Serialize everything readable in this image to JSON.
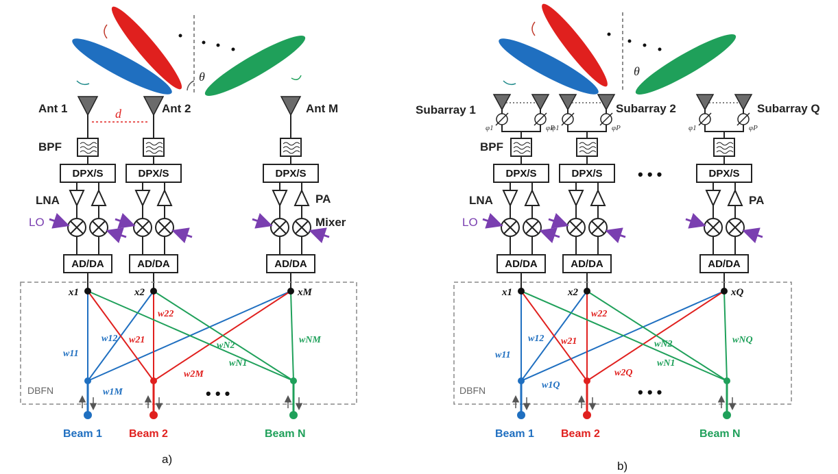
{
  "panel_a": {
    "caption": "a)",
    "theta": "θ",
    "spacing": "d",
    "antennas": [
      "Ant 1",
      "Ant 2",
      "Ant M"
    ],
    "bpf": "BPF",
    "dpx": "DPX/S",
    "lna": "LNA",
    "pa": "PA",
    "lo": "LO",
    "mixer": "Mixer",
    "adda": "AD/DA",
    "nodes": [
      "x1",
      "x2",
      "xM"
    ],
    "weights": [
      "w11",
      "w12",
      "w21",
      "w22",
      "w1M",
      "w2M",
      "wN1",
      "wN2",
      "wNM"
    ],
    "dbfn": "DBFN",
    "beams": [
      "Beam 1",
      "Beam 2",
      "Beam N"
    ]
  },
  "panel_b": {
    "caption": "b)",
    "theta": "θ",
    "subarrays": [
      "Subarray 1",
      "Subarray 2",
      "Subarray Q"
    ],
    "phases": [
      "φ1",
      "φP"
    ],
    "bpf": "BPF",
    "dpx": "DPX/S",
    "lna": "LNA",
    "pa": "PA",
    "lo": "LO",
    "adda": "AD/DA",
    "nodes": [
      "x1",
      "x2",
      "xQ"
    ],
    "weights": [
      "w11",
      "w12",
      "w21",
      "w22",
      "w1Q",
      "w2Q",
      "wN1",
      "wN2",
      "wNQ"
    ],
    "dbfn": "DBFN",
    "beams": [
      "Beam 1",
      "Beam 2",
      "Beam N"
    ]
  },
  "colors": {
    "beam1": "#1f6fc0",
    "beam2": "#e0201e",
    "beamN": "#1fa05a",
    "lo": "#7a3fb0"
  }
}
